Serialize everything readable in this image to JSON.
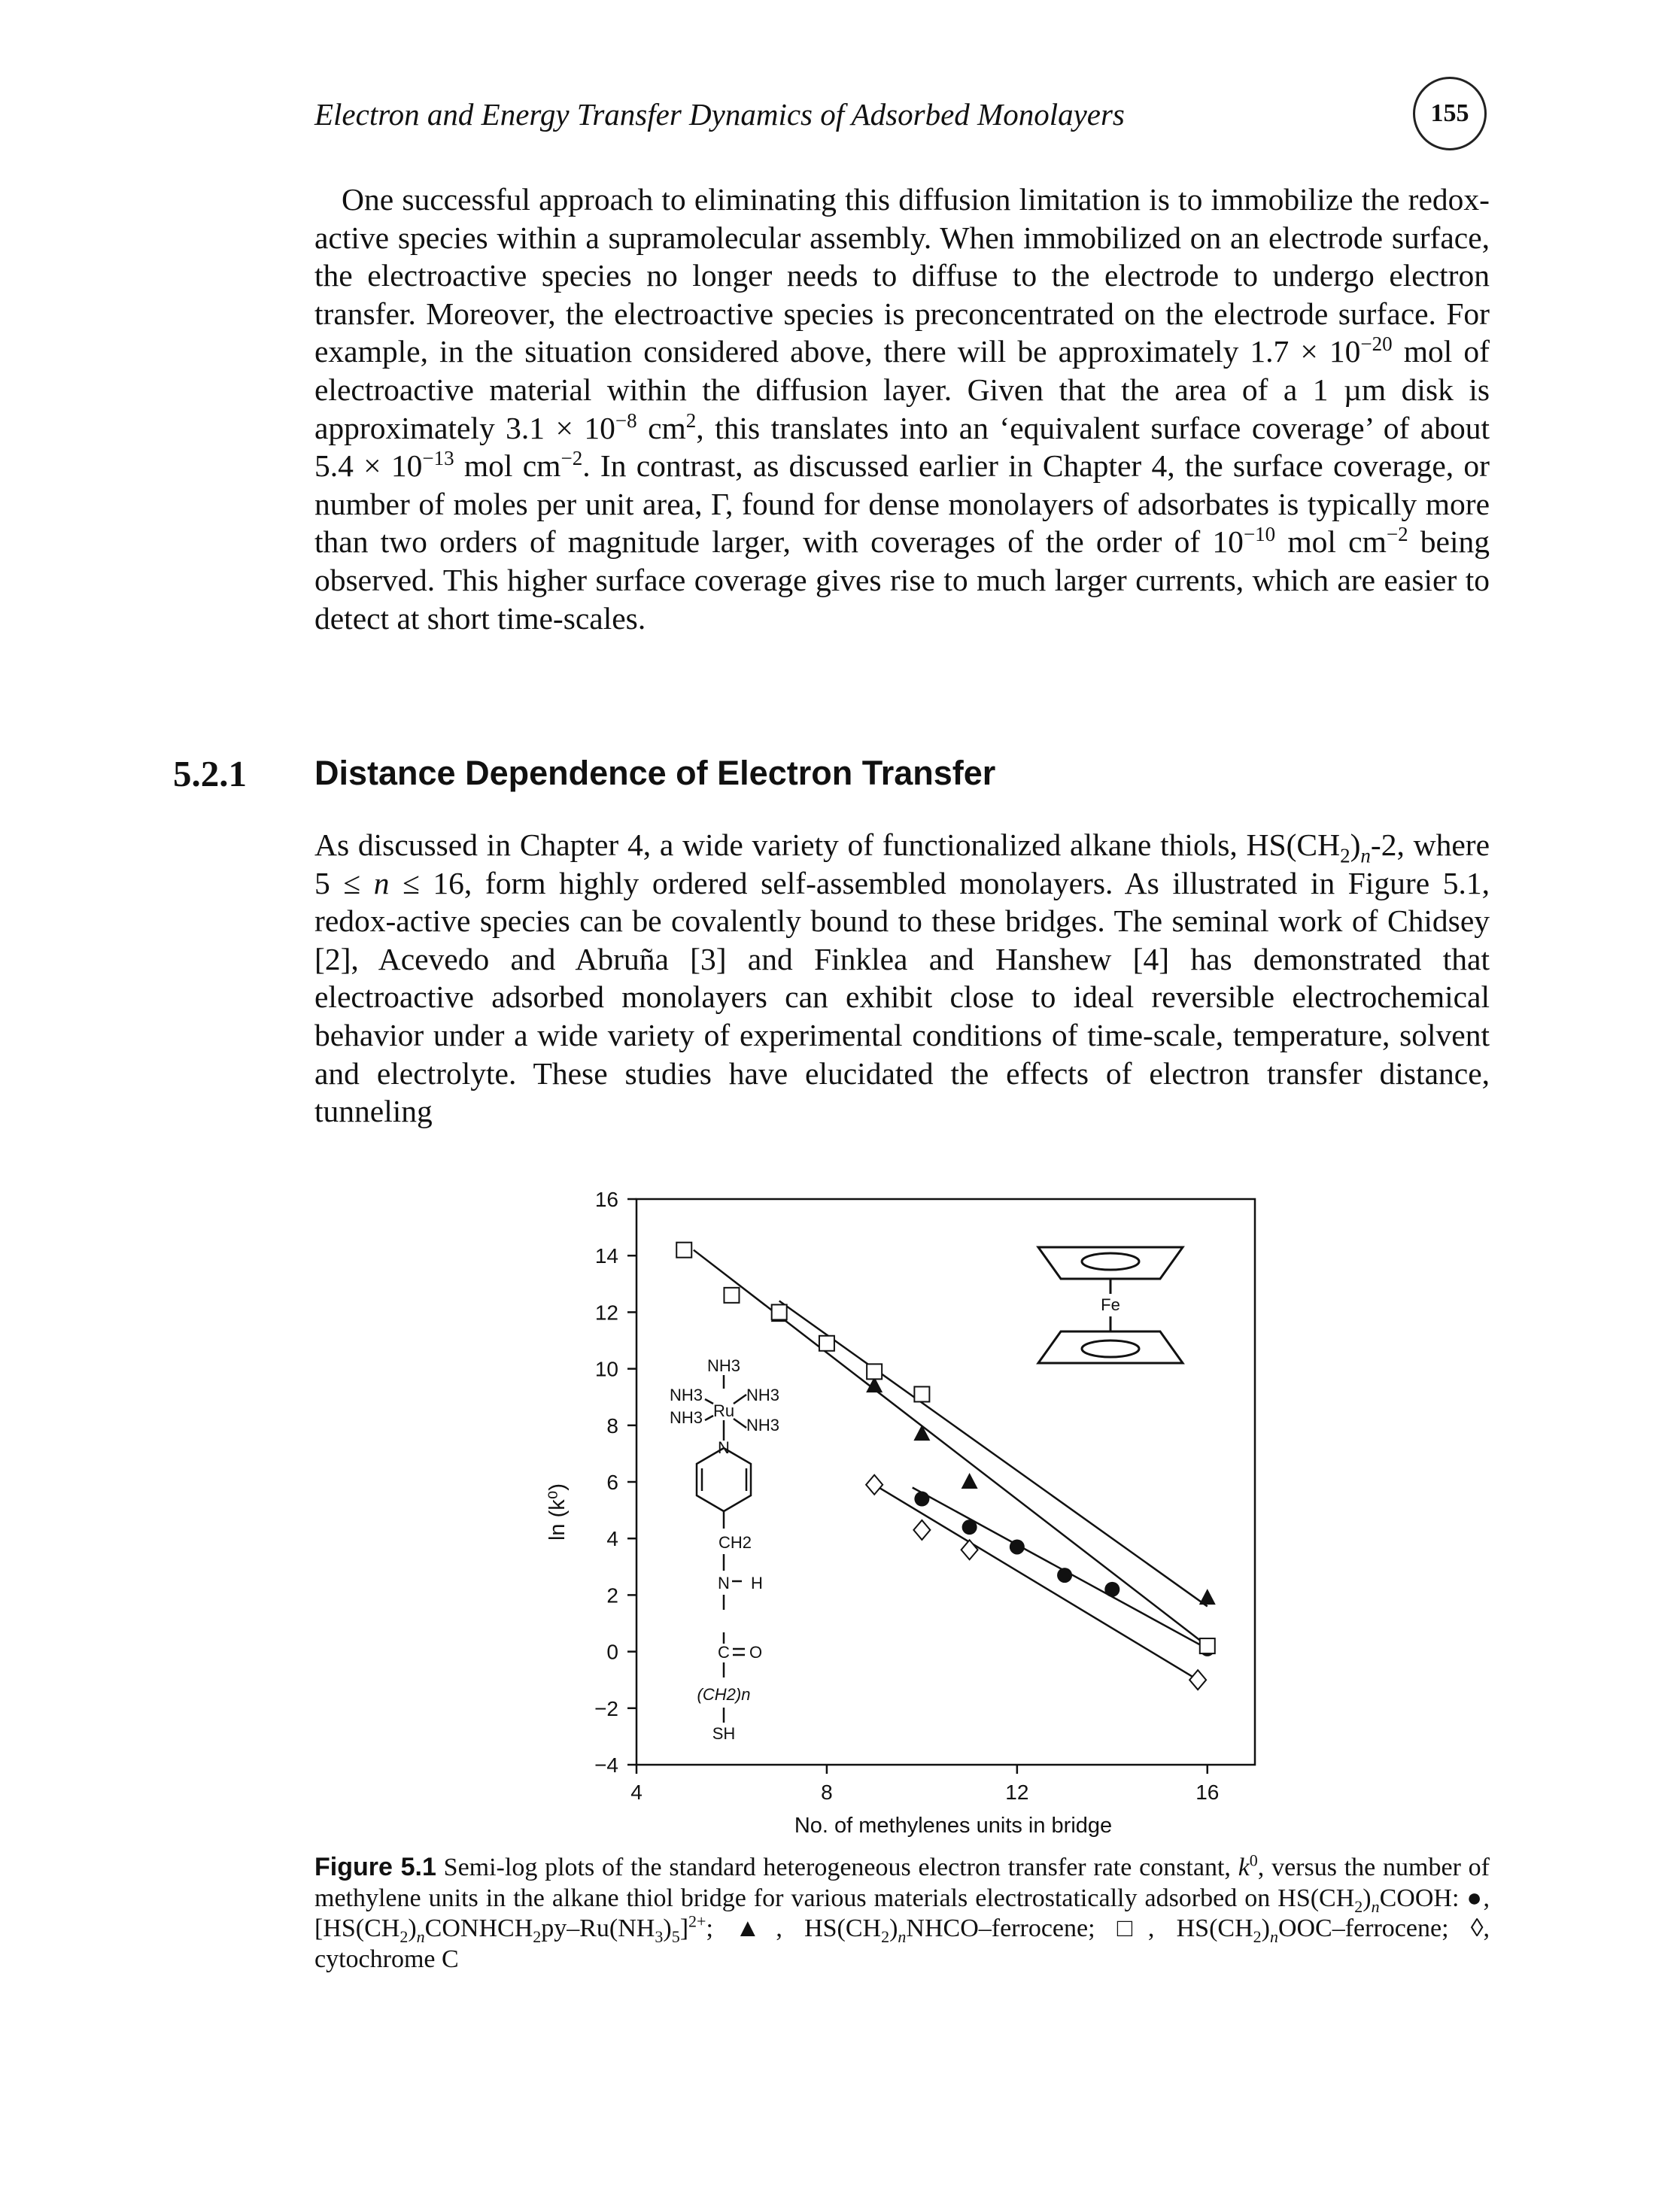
{
  "header": {
    "running_title": "Electron and Energy Transfer Dynamics of Adsorbed Monolayers",
    "page_number": "155"
  },
  "paragraph1": {
    "segments": [
      "One successful approach to eliminating this diffusion limitation is to immobilize the redox-active species within a supramolecular assembly. When immobilized on an electrode surface, the electroactive species no longer needs to diffuse to the electrode to undergo electron transfer. Moreover, the electroactive species is preconcentrated on the electrode surface. For example, in the situation considered above, there will be approximately 1.7 × 10",
      "−20",
      " mol of electroactive material within the diffusion layer. Given that the area of a 1 µm disk is approximately 3.1 × 10",
      "−8",
      " cm",
      "2",
      ", this translates into an ‘equivalent surface coverage’ of about 5.4 × 10",
      "−13",
      " mol cm",
      "−2",
      ". In contrast, as discussed earlier in Chapter 4, the surface coverage, or number of moles per unit area, Γ, found for dense monolayers of adsorbates is typically more than two orders of magnitude larger, with coverages of the order of 10",
      "−10",
      " mol cm",
      "−2",
      " being observed. This higher surface coverage gives rise to much larger currents, which are easier to detect at short time-scales."
    ]
  },
  "section": {
    "number": "5.2.1",
    "title": "Distance Dependence of Electron Transfer"
  },
  "paragraph2": {
    "segments": [
      "As discussed in Chapter 4, a wide variety of functionalized alkane thiols, HS(CH",
      "2",
      ")",
      "n",
      "-2, where 5 ≤ ",
      "n",
      " ≤ 16, form highly ordered self-assembled monolayers. As illustrated in Figure 5.1, redox-active species can be covalently bound to these bridges. The seminal work of Chidsey [2], Acevedo and Abruña [3] and Finklea and Hanshew [4] has demonstrated that electroactive adsorbed monolayers can exhibit close to ideal reversible electrochemical behavior under a wide variety of experimental conditions of time-scale, temperature, solvent and electrolyte. These studies have elucidated the effects of electron transfer distance, tunneling"
    ]
  },
  "chart_data": {
    "type": "scatter",
    "xlabel": "No. of methylenes units in bridge",
    "ylabel": "ln (k⁰)",
    "xlim": [
      4,
      17
    ],
    "ylim": [
      -4,
      16
    ],
    "xticks": [
      "4",
      "8",
      "12",
      "16"
    ],
    "yticks": [
      "16",
      "14",
      "12",
      "10",
      "8",
      "6",
      "4",
      "2",
      "0",
      "−2",
      "−4"
    ],
    "grid": false,
    "series": [
      {
        "marker": "circle",
        "points": [
          [
            10,
            5.4
          ],
          [
            11,
            4.4
          ],
          [
            12,
            3.7
          ],
          [
            13,
            2.7
          ],
          [
            14,
            2.2
          ],
          [
            16,
            0.1
          ]
        ],
        "fit": [
          [
            9.8,
            5.8
          ],
          [
            16,
            0.1
          ]
        ]
      },
      {
        "marker": "triangle",
        "points": [
          [
            7,
            11.9
          ],
          [
            9,
            9.4
          ],
          [
            10,
            7.7
          ],
          [
            11,
            6.0
          ],
          [
            16,
            1.9
          ]
        ],
        "fit": [
          [
            7,
            12.4
          ],
          [
            16,
            1.6
          ]
        ]
      },
      {
        "marker": "square",
        "points": [
          [
            5,
            14.2
          ],
          [
            6,
            12.6
          ],
          [
            7,
            12.0
          ],
          [
            8,
            10.9
          ],
          [
            9,
            9.9
          ],
          [
            10,
            9.1
          ],
          [
            16,
            0.2
          ]
        ],
        "fit": [
          [
            5.2,
            14.2
          ],
          [
            16,
            0.2
          ]
        ]
      },
      {
        "marker": "diamond",
        "points": [
          [
            9,
            5.9
          ],
          [
            10,
            4.3
          ],
          [
            11,
            3.6
          ],
          [
            15.8,
            -1.0
          ]
        ],
        "fit": [
          [
            9,
            5.9
          ],
          [
            15.8,
            -1.0
          ]
        ]
      }
    ],
    "structure_labels": {
      "ru": [
        "NH3",
        "NH3",
        "NH3",
        "NH3",
        "NH3",
        "Ru",
        "N",
        "CH2",
        "N",
        "H",
        "C",
        "O",
        "(CH2)n",
        "SH"
      ],
      "fe": "Fe"
    }
  },
  "caption": {
    "label": "Figure 5.1",
    "segments": [
      "  Semi-log plots of the standard heterogeneous electron transfer rate constant, ",
      "k",
      "0",
      ", versus the number of methylene units in the alkane thiol bridge for various materials electrostatically adsorbed on HS(CH",
      "2",
      ")",
      "n",
      "COOH: ●, [HS(CH",
      "2",
      ")",
      "n",
      "CONHCH",
      "2",
      "py–Ru(NH",
      "3",
      ")",
      "5",
      "]",
      "2+",
      "; ▲, HS(CH",
      "2",
      ")",
      "n",
      "NHCO–ferrocene; □, HS(CH",
      "2",
      ")",
      "n",
      "OOC–ferrocene; ◊, cytochrome C"
    ]
  }
}
